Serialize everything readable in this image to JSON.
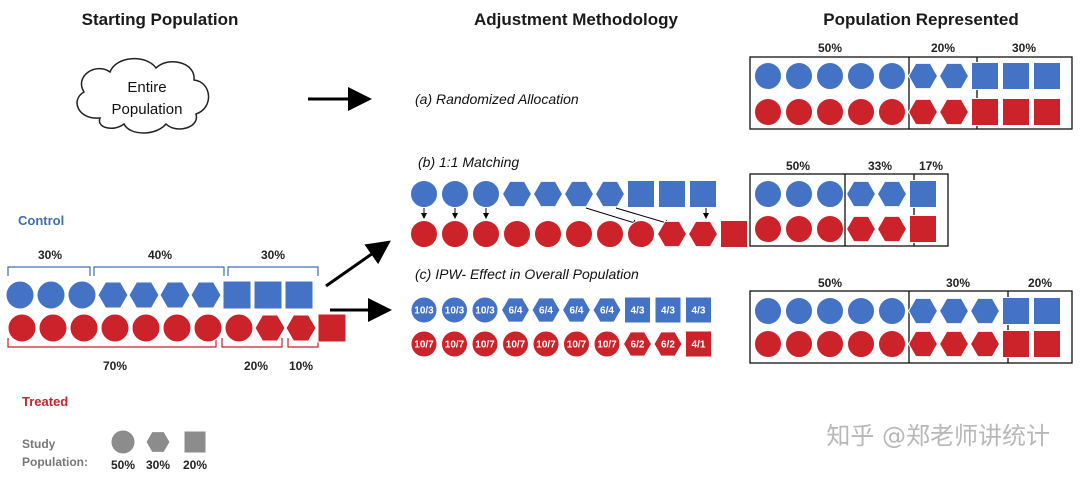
{
  "colors": {
    "control": "#4472c4",
    "treated": "#cc2229",
    "legend_gray": "#8c8c8c"
  },
  "headers": {
    "starting": "Starting Population",
    "method": "Adjustment Methodology",
    "represented": "Population Represented"
  },
  "cloud": {
    "line1": "Entire",
    "line2": "Population"
  },
  "groups": {
    "control": "Control",
    "treated": "Treated"
  },
  "starting": {
    "control_pcts": [
      "30%",
      "40%",
      "30%"
    ],
    "treated_pcts": [
      "70%",
      "20%",
      "10%"
    ]
  },
  "methods": {
    "a": "(a) Randomized Allocation",
    "b": "(b) 1:1 Matching",
    "c": "(c) IPW- Effect in Overall Population"
  },
  "ipw": {
    "control_weights": [
      "10/3",
      "10/3",
      "10/3",
      "6/4",
      "6/4",
      "6/4",
      "6/4",
      "4/3",
      "4/3",
      "4/3"
    ],
    "treated_weights": [
      "10/7",
      "10/7",
      "10/7",
      "10/7",
      "10/7",
      "10/7",
      "10/7",
      "6/2",
      "6/2",
      "4/1"
    ]
  },
  "represented": {
    "a": [
      "50%",
      "20%",
      "30%"
    ],
    "b": [
      "50%",
      "33%",
      "17%"
    ],
    "c": [
      "50%",
      "30%",
      "20%"
    ]
  },
  "legend": {
    "title_line1": "Study",
    "title_line2": "Population:",
    "pcts": [
      "50%",
      "30%",
      "20%"
    ],
    "shapes": [
      "circle-icon",
      "hexagon-icon",
      "square-icon"
    ]
  },
  "watermark": "知乎 @郑老师讲统计"
}
